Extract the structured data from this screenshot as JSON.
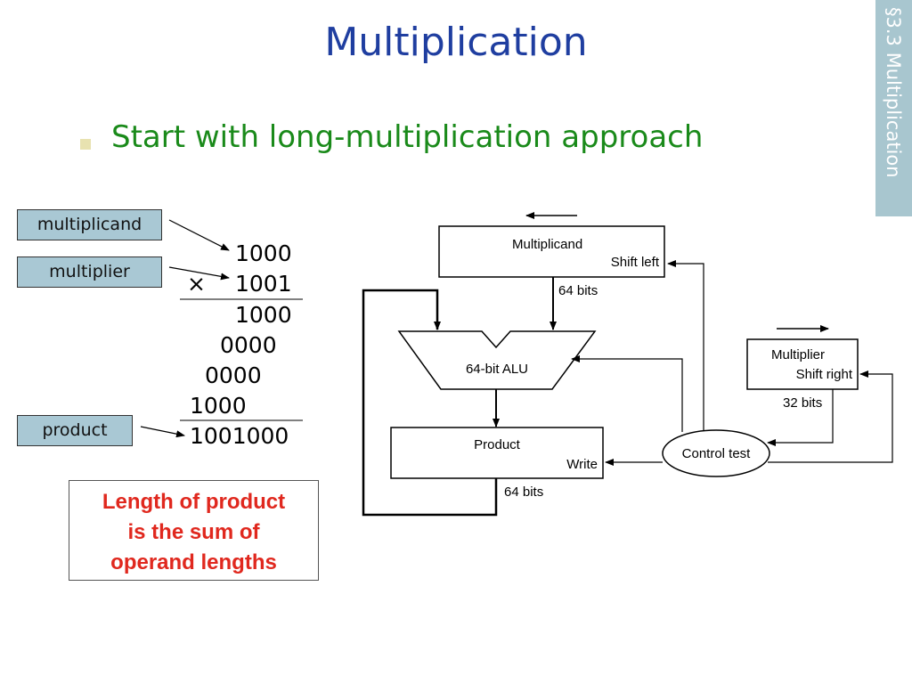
{
  "slide": {
    "title": "Multiplication",
    "bullet": "Start with long-multiplication approach",
    "section_tab": "§3.3 Multiplication"
  },
  "long_multiplication": {
    "tags": {
      "multiplicand": "multiplicand",
      "multiplier": "multiplier",
      "product": "product"
    },
    "times_sign": "×",
    "rows": {
      "multiplicand": "1000",
      "multiplier": "1001",
      "partial_1": "1000",
      "partial_2": "0000",
      "partial_3": "0000",
      "partial_4": "1000",
      "product": "1001000"
    }
  },
  "callout": {
    "lines": [
      "Length of product",
      "is the sum of",
      "operand lengths"
    ]
  },
  "hardware_diagram": {
    "multiplicand_title": "Multiplicand",
    "multiplicand_action": "Shift left",
    "multiplicand_width": "64 bits",
    "alu_label": "64-bit ALU",
    "product_title": "Product",
    "product_action": "Write",
    "product_width": "64 bits",
    "multiplier_title": "Multiplier",
    "multiplier_action": "Shift right",
    "multiplier_width": "32 bits",
    "control_label": "Control test"
  },
  "colors": {
    "title": "#1f3ea0",
    "bullet_text": "#1a8a1a",
    "tag_fill": "#a9c8d4",
    "section_tab": "#a8c6cf",
    "callout_text": "#e0281e"
  }
}
